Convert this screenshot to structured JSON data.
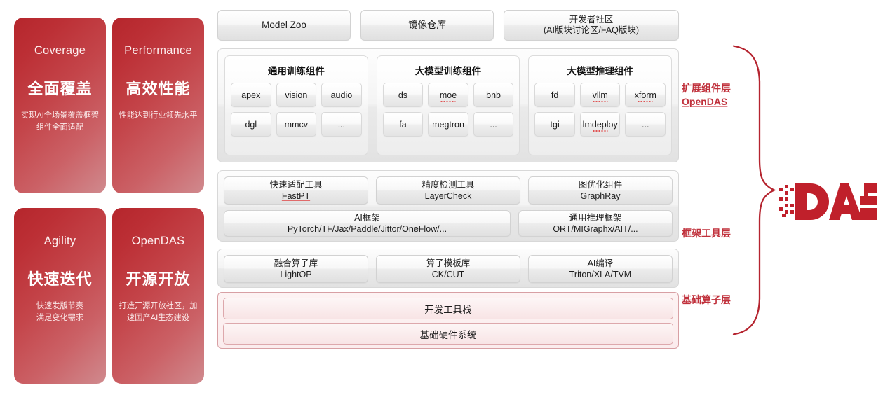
{
  "brand": {
    "logo_text": "DAS",
    "accent": "#c0202b",
    "layer_label_color": "#c0313c"
  },
  "pillars": [
    {
      "en": "Coverage",
      "en_underlined": false,
      "cn": "全面覆盖",
      "desc": "实现AI全场景覆盖框架组件全面适配"
    },
    {
      "en": "Performance",
      "en_underlined": false,
      "cn": "高效性能",
      "desc": "性能达到行业领先水平"
    },
    {
      "en": "Agility",
      "en_underlined": false,
      "cn": "快速迭代",
      "desc": "快速发版节奏\n满足变化需求"
    },
    {
      "en": "OpenDAS",
      "en_underlined": true,
      "cn": "开源开放",
      "desc": "打造开源开放社区，加速国产AI生态建设"
    }
  ],
  "top_services": [
    {
      "label": "Model Zoo"
    },
    {
      "label": "镜像仓库"
    },
    {
      "label": "开发者社区\n(AI版块讨论区/FAQ版块)"
    }
  ],
  "extension_layer": {
    "groups": [
      {
        "title": "通用训练组件",
        "row1": [
          {
            "label": "apex",
            "squiggle": false
          },
          {
            "label": "vision",
            "squiggle": false
          },
          {
            "label": "audio",
            "squiggle": false
          }
        ],
        "row2": [
          {
            "label": "dgl",
            "squiggle": false
          },
          {
            "label": "mmcv",
            "squiggle": false
          },
          {
            "label": "...",
            "squiggle": false
          }
        ]
      },
      {
        "title": "大模型训练组件",
        "row1": [
          {
            "label": "ds",
            "squiggle": false
          },
          {
            "label": "moe",
            "squiggle": true
          },
          {
            "label": "bnb",
            "squiggle": false
          }
        ],
        "row2": [
          {
            "label": "fa",
            "squiggle": false
          },
          {
            "label": "megtron",
            "squiggle": false
          },
          {
            "label": "...",
            "squiggle": false
          }
        ]
      },
      {
        "title": "大模型推理组件",
        "row1": [
          {
            "label": "fd",
            "squiggle": false
          },
          {
            "label": "vllm",
            "squiggle": true
          },
          {
            "label": "xform",
            "squiggle": true
          }
        ],
        "row2": [
          {
            "label": "tgi",
            "squiggle": false
          },
          {
            "label": "lmdeploy",
            "squiggle": true
          },
          {
            "label": "...",
            "squiggle": false
          }
        ]
      }
    ]
  },
  "framework_layer": {
    "row1": [
      {
        "line1": "快速适配工具",
        "line2": "FastPT",
        "line2_underlined": true
      },
      {
        "line1": "精度检测工具",
        "line2": "LayerCheck",
        "line2_underlined": false
      },
      {
        "line1": "图优化组件",
        "line2": "GraphRay",
        "line2_underlined": false
      }
    ],
    "row2": [
      {
        "line1": "AI框架",
        "line2": "PyTorch/TF/Jax/Paddle/Jittor/OneFlow/...",
        "line2_underlined": false
      },
      {
        "line1": "通用推理框架",
        "line2": "ORT/MIGraphx/AIT/...",
        "line2_underlined": false
      }
    ]
  },
  "operator_layer": {
    "items": [
      {
        "line1": "融合算子库",
        "line2": "LightOP",
        "line2_underlined": true
      },
      {
        "line1": "算子模板库",
        "line2": "CK/CUT",
        "line2_underlined": false
      },
      {
        "line1": "AI编译",
        "line2": "Triton/XLA/TVM",
        "line2_underlined": false
      }
    ]
  },
  "foundation": {
    "bars": [
      {
        "label": "开发工具栈"
      },
      {
        "label": "基础硬件系统"
      }
    ]
  },
  "layer_labels": [
    {
      "line1": "扩展组件层",
      "line2": "OpenDAS",
      "line2_underlined": true
    },
    {
      "line1": "框架工具层",
      "line2": "",
      "line2_underlined": false
    },
    {
      "line1": "基础算子层",
      "line2": "",
      "line2_underlined": false
    }
  ]
}
